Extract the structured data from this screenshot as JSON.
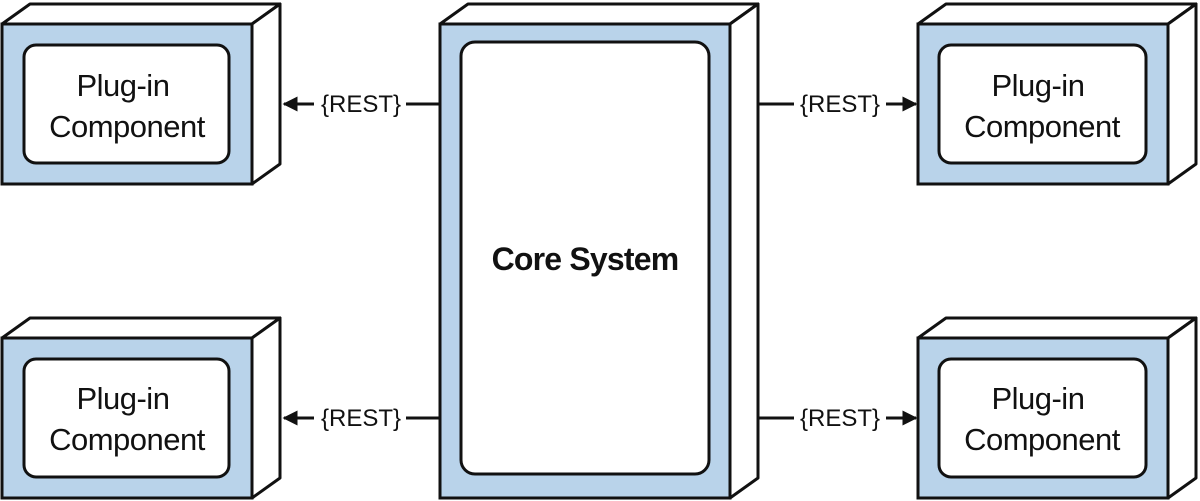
{
  "core": {
    "label": "Core System"
  },
  "plugins": [
    {
      "line1": "Plug-in",
      "line2": "Component"
    },
    {
      "line1": "Plug-in",
      "line2": "Component"
    },
    {
      "line1": "Plug-in",
      "line2": "Component"
    },
    {
      "line1": "Plug-in",
      "line2": "Component"
    }
  ],
  "connectors": [
    {
      "label": "{REST}"
    },
    {
      "label": "{REST}"
    },
    {
      "label": "{REST}"
    },
    {
      "label": "{REST}"
    }
  ],
  "colors": {
    "box_fill": "#b9d3ea",
    "inner_fill": "#ffffff",
    "side_fill": "#ffffff",
    "stroke": "#111111"
  }
}
